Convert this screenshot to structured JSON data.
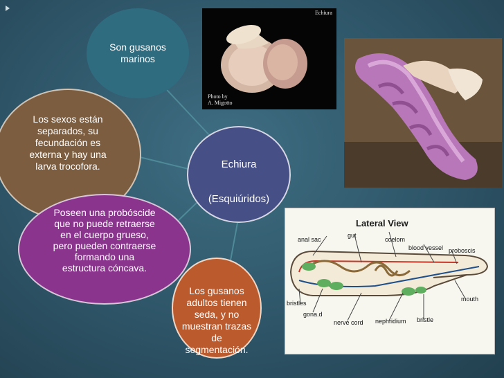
{
  "diagram": {
    "center": {
      "line1": "Echiura",
      "line2": "(Esquiúridos)"
    },
    "nodes": {
      "marine": "Son gusanos\nmarinos",
      "sexes": "Los sexos están\nseparados, su\nfecundación es\nexterna y hay una\nlarva trocofora.",
      "proboscis": "Poseen una probóscide\nque no puede retraerse\nen el cuerpo grueso,\npero pueden contraerse\nformando una\nestructura  cóncava.",
      "adult": "Los gusanos\nadultos tienen\nseda, y no\nmuestran trazas\nde\nsegmentación."
    }
  },
  "photo1": {
    "caption_top": "Echiura",
    "caption_bottom": "Photo by\nA. Migotto"
  },
  "photo3": {
    "title": "Lateral View",
    "labels": {
      "anal_sac": "anal sac",
      "gut": "gut",
      "coelom": "coelom",
      "blood_vessel": "blood vessel",
      "proboscis": "proboscis",
      "bristles": "bristles",
      "gonad": "gona.d",
      "mouth": "mouth",
      "nerve_cord": "nerve cord",
      "nephridium": "nephridium",
      "bristle": "bristle"
    }
  },
  "colors": {
    "background": "#2e5568",
    "center": "#464f86",
    "marine": "#2f6c80",
    "sexes": "#7d5d3f",
    "proboscis": "#8a348d",
    "adult": "#bb5a2d"
  }
}
